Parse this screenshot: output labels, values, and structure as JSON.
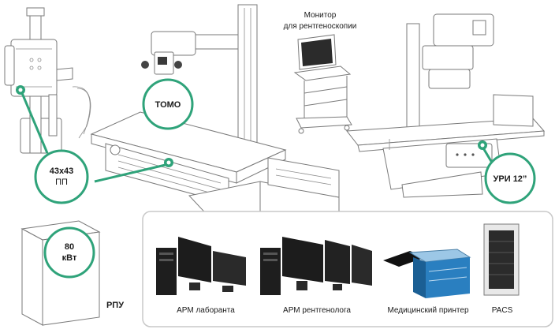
{
  "labels": {
    "tomo": "ТОМО",
    "panel_line1": "43х43",
    "panel_line2": "ПП",
    "uri": "УРИ 12”",
    "power_line1": "80",
    "power_line2": "кВт",
    "rpu": "РПУ",
    "monitor_line1": "Монитор",
    "monitor_line2": "для рентгеноскопии"
  },
  "workstations": [
    {
      "label": "АРМ лаборанта"
    },
    {
      "label": "АРМ рентгенолога"
    },
    {
      "label": "Медицинский принтер"
    },
    {
      "label": "PACS"
    }
  ],
  "colors": {
    "accent_green": "#2fa37a",
    "panel_border": "#c8c8c8",
    "outline": "#7a7a7a",
    "screen_dark": "#1c1c1c",
    "printer_blue": "#2a7fc0"
  }
}
